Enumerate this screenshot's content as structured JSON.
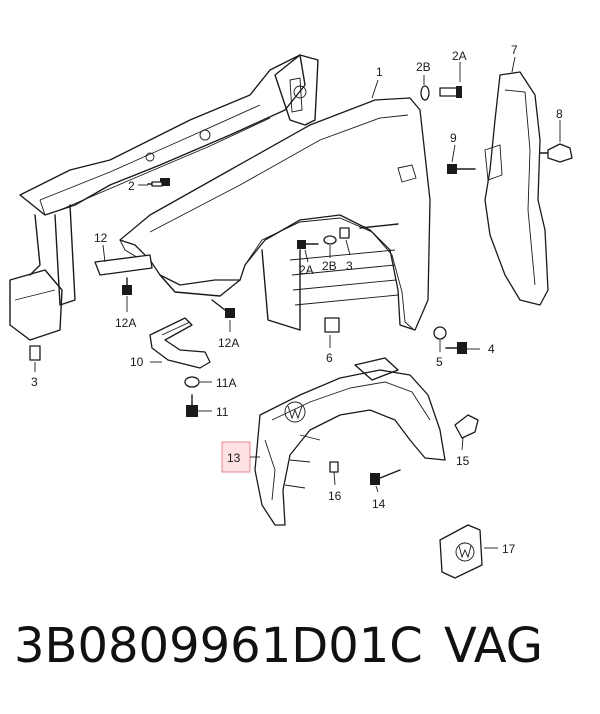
{
  "diagram": {
    "callouts": {
      "c1": "1",
      "c2": "2",
      "c2a_top": "2A",
      "c2b_top": "2B",
      "c2a_mid": "2A",
      "c2b_mid": "2B",
      "c3_mid": "3",
      "c3_left": "3",
      "c4": "4",
      "c5": "5",
      "c6": "6",
      "c7": "7",
      "c8": "8",
      "c9": "9",
      "c10": "10",
      "c11a": "11A",
      "c11": "11",
      "c12": "12",
      "c12a_left": "12A",
      "c12a_mid": "12A",
      "c13": "13",
      "c14": "14",
      "c15": "15",
      "c16": "16",
      "c17": "17"
    },
    "highlight_color": "#fde1e3"
  },
  "caption": {
    "part_number": "3B0809961D01C",
    "brand": "VAG"
  }
}
